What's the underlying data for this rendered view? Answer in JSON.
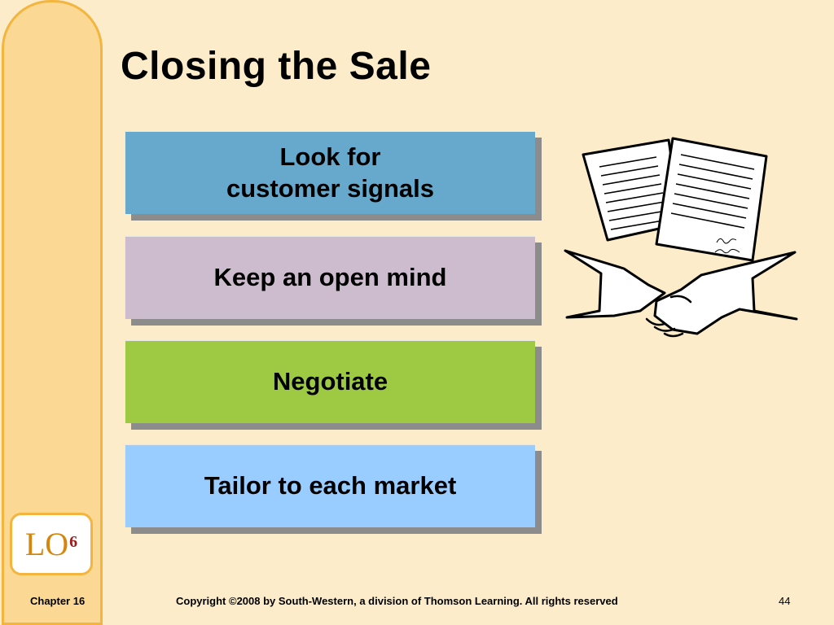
{
  "slide": {
    "title": "Closing the Sale",
    "steps": [
      {
        "label": "Look for\ncustomer signals",
        "color": "#66a9cc"
      },
      {
        "label": "Keep an open mind",
        "color": "#cdbccd"
      },
      {
        "label": "Negotiate",
        "color": "#9dc943"
      },
      {
        "label": "Tailor to each market",
        "color": "#99ccff"
      }
    ],
    "badge": {
      "text": "LO",
      "superscript": "6"
    }
  },
  "footer": {
    "chapter": "Chapter 16",
    "copyright": "Copyright ©2008 by South-Western, a division of Thomson Learning.  All rights reserved",
    "page_number": "44"
  },
  "icons": {
    "illustration": "handshake-contract-icon"
  }
}
